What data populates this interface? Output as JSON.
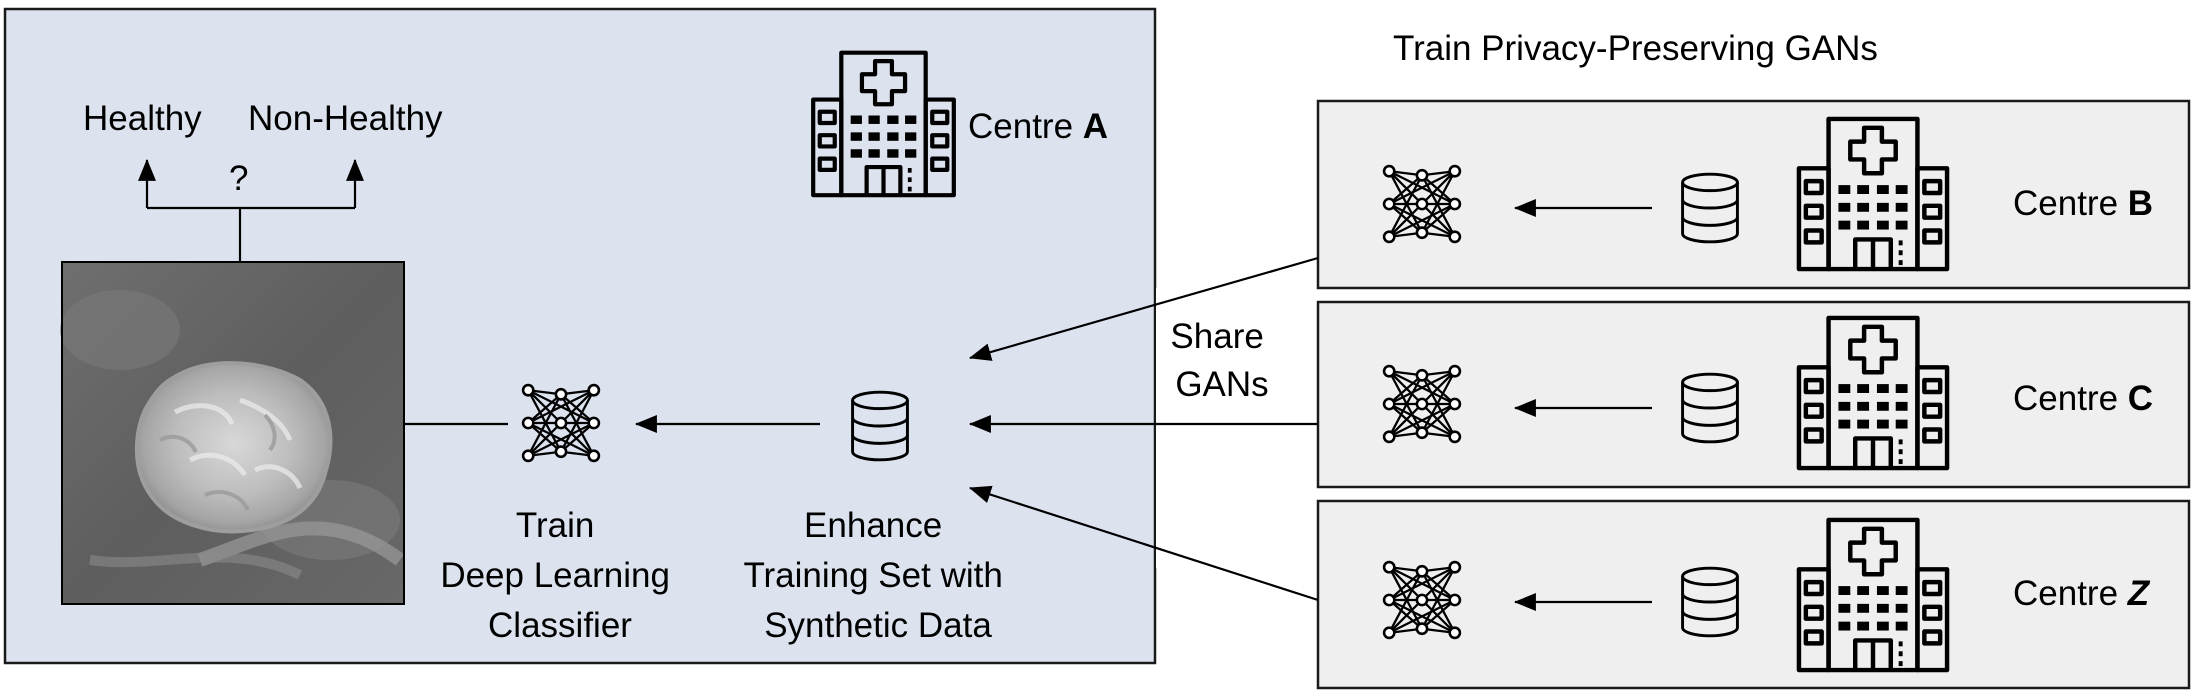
{
  "centre_a": {
    "title_prefix": "Centre ",
    "title_letter": "A",
    "label_healthy": "Healthy",
    "label_non_healthy": "Non-Healthy",
    "question": "?",
    "train_label": [
      "Train",
      "Deep Learning",
      "Classifier"
    ],
    "enhance_label": [
      "Enhance",
      "Training Set with",
      "Synthetic Data"
    ],
    "panel_color": "#dce3ef"
  },
  "share_label": [
    "Share",
    "GANs"
  ],
  "remote_title": "Train Privacy-Preserving GANs",
  "remote_panel_color": "#efefef",
  "remote_centres": [
    {
      "prefix": "Centre ",
      "letter": "B",
      "italic": false
    },
    {
      "prefix": "Centre ",
      "letter": "C",
      "italic": false
    },
    {
      "prefix": "Centre ",
      "letter": "Z",
      "italic": true
    }
  ],
  "icons": [
    "hospital-icon",
    "database-icon",
    "neural-network-icon",
    "mammogram-image"
  ]
}
